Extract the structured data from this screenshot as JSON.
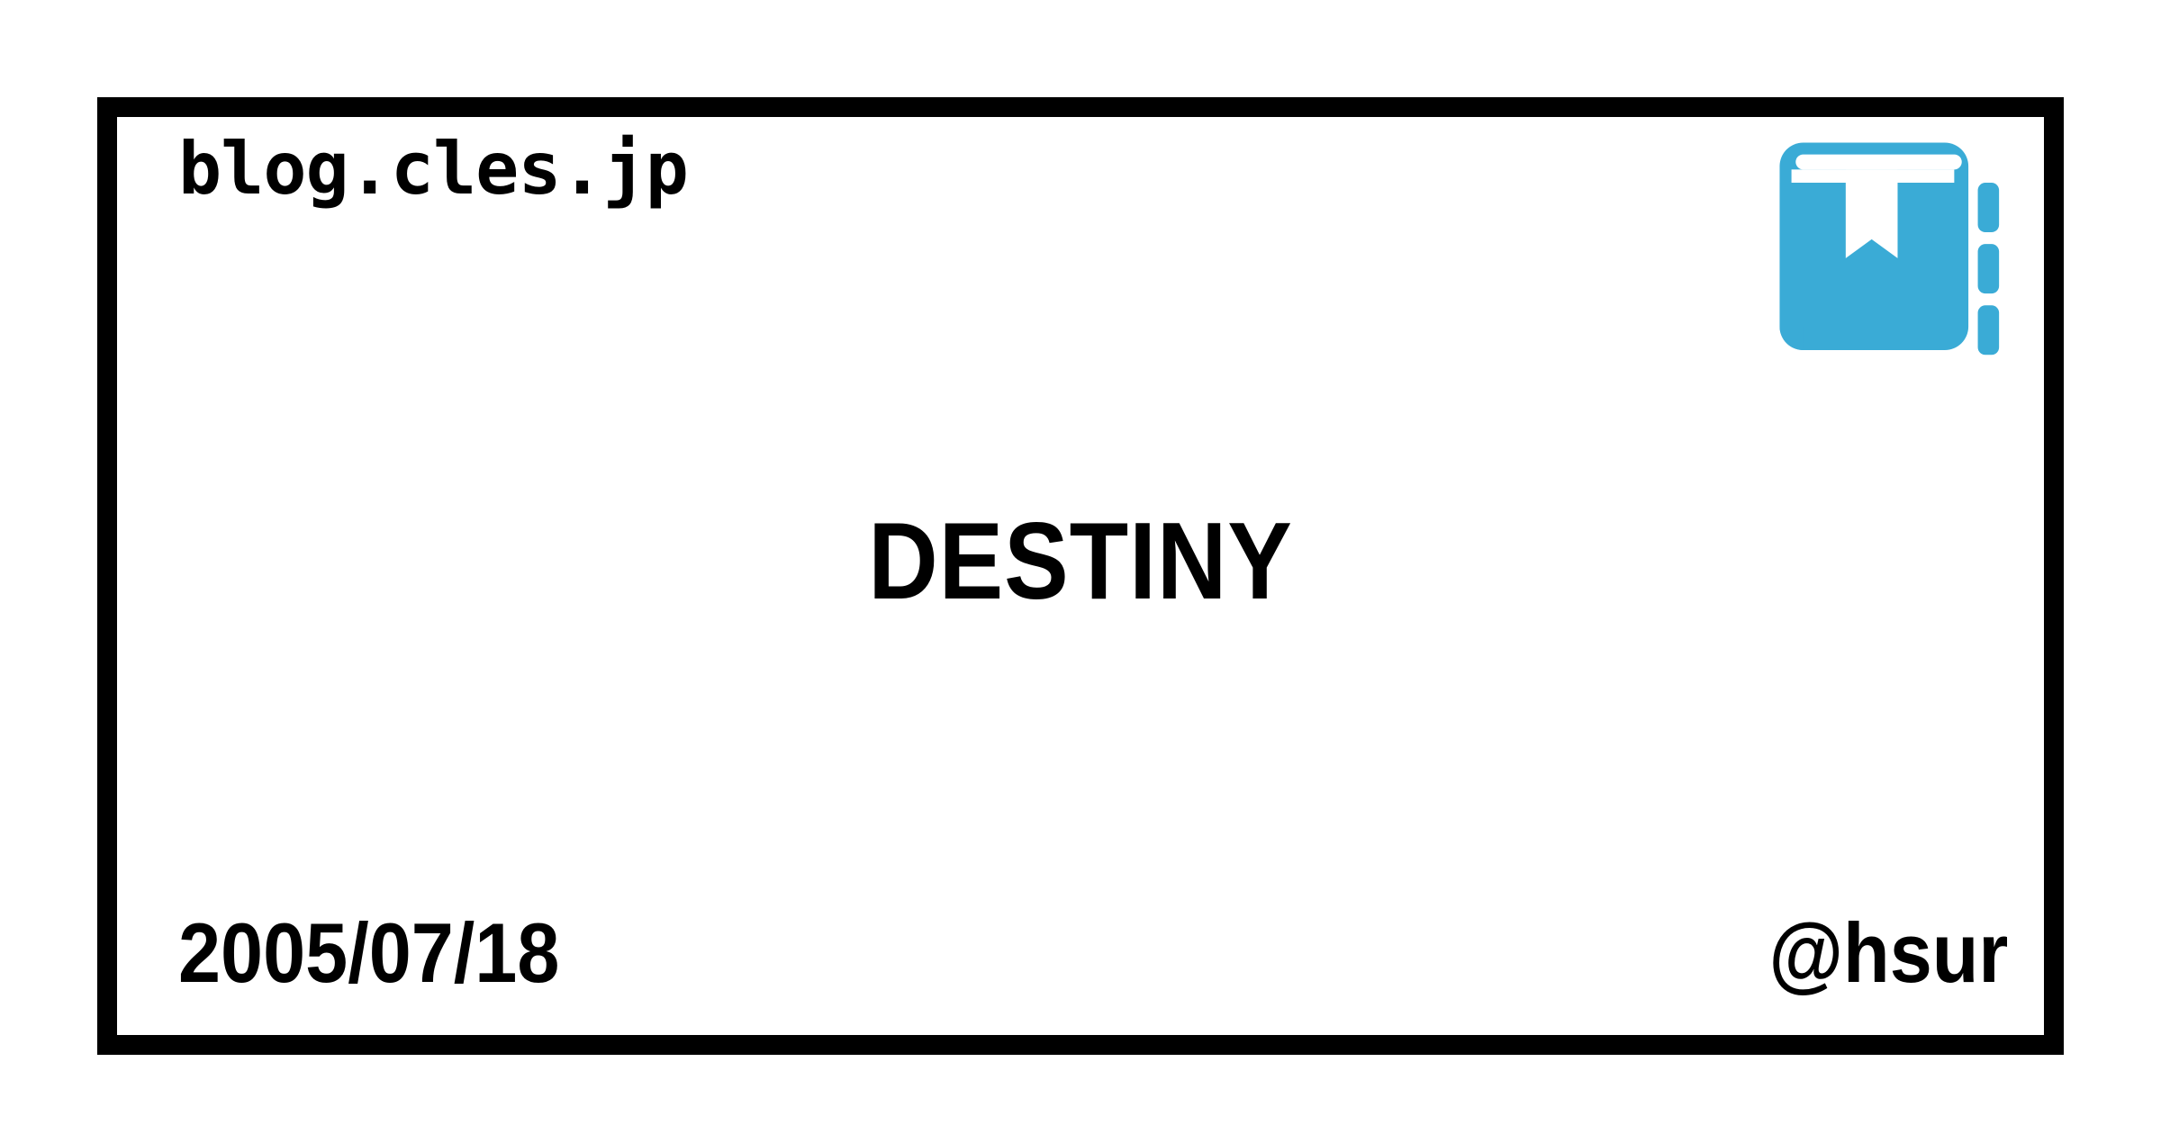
{
  "card": {
    "site_name": "blog.cles.jp",
    "title": "DESTINY",
    "date": "2005/07/18",
    "author_handle": "@hsur",
    "border_color": "#000000",
    "background_color": "#ffffff",
    "text_color": "#000000"
  },
  "icon": {
    "name": "book-icon",
    "color": "#3AABD6",
    "bookmark_color": "#ffffff",
    "tab_count": 3
  }
}
